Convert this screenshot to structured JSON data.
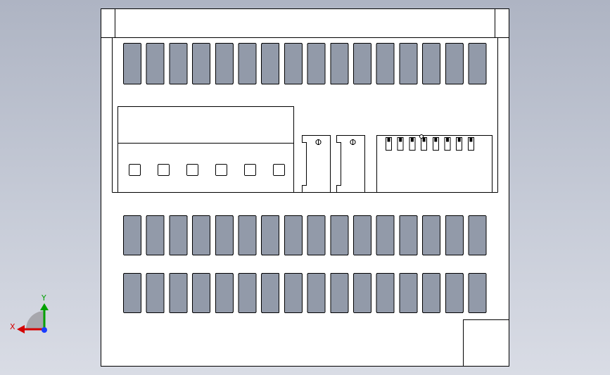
{
  "viewport": {
    "background_top": "#aeb4c3",
    "background_bottom": "#d9dce5"
  },
  "drawing": {
    "line_color": "#000000",
    "face_color": "#ffffff",
    "slot_color": "#929aa9",
    "top_slot_row_count": 16,
    "bottom_slot_rows": 2,
    "bottom_slot_row_count": 16,
    "connector_square_count": 6,
    "dip_switch_count": 8,
    "relay_count": 2
  },
  "triad": {
    "x_label": "X",
    "y_label": "Y",
    "x_color": "#d40000",
    "y_color": "#00a000",
    "z_color": "#1a3cff",
    "sector_color": "#a7a7ad"
  }
}
